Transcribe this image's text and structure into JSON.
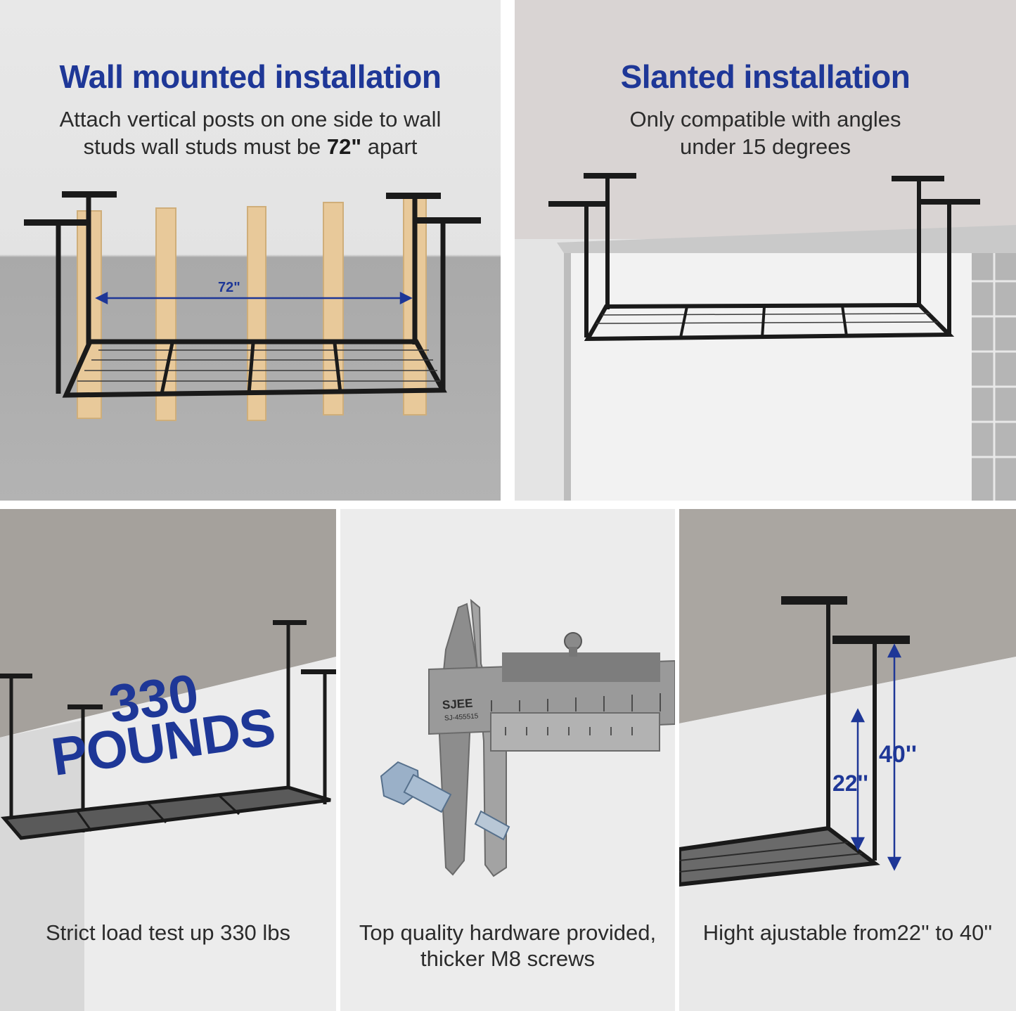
{
  "wall": {
    "title": "Wall mounted installation",
    "line1": "Attach vertical posts on one side to wall",
    "line2_pre": "studs wall studs must be ",
    "line2_value": "72\"",
    "line2_post": " apart",
    "dimension_label": "72\""
  },
  "slanted": {
    "title": "Slanted installation",
    "line1": "Only compatible with angles",
    "line2": "under 15 degrees"
  },
  "load": {
    "number": "330",
    "word": "POUNDS",
    "caption": "Strict load test up 330 lbs"
  },
  "hardware": {
    "brand": "SJEE",
    "model": "SJ-455515",
    "caption_line1": "Top quality hardware provided,",
    "caption_line2": "thicker M8 screws"
  },
  "height": {
    "label_low": "22''",
    "label_high": "40''",
    "caption": "Hight ajustable from22'' to 40''"
  },
  "colors": {
    "accent": "#1e3797",
    "rack": "#1a1a1a",
    "stud": "#e8c99a"
  }
}
